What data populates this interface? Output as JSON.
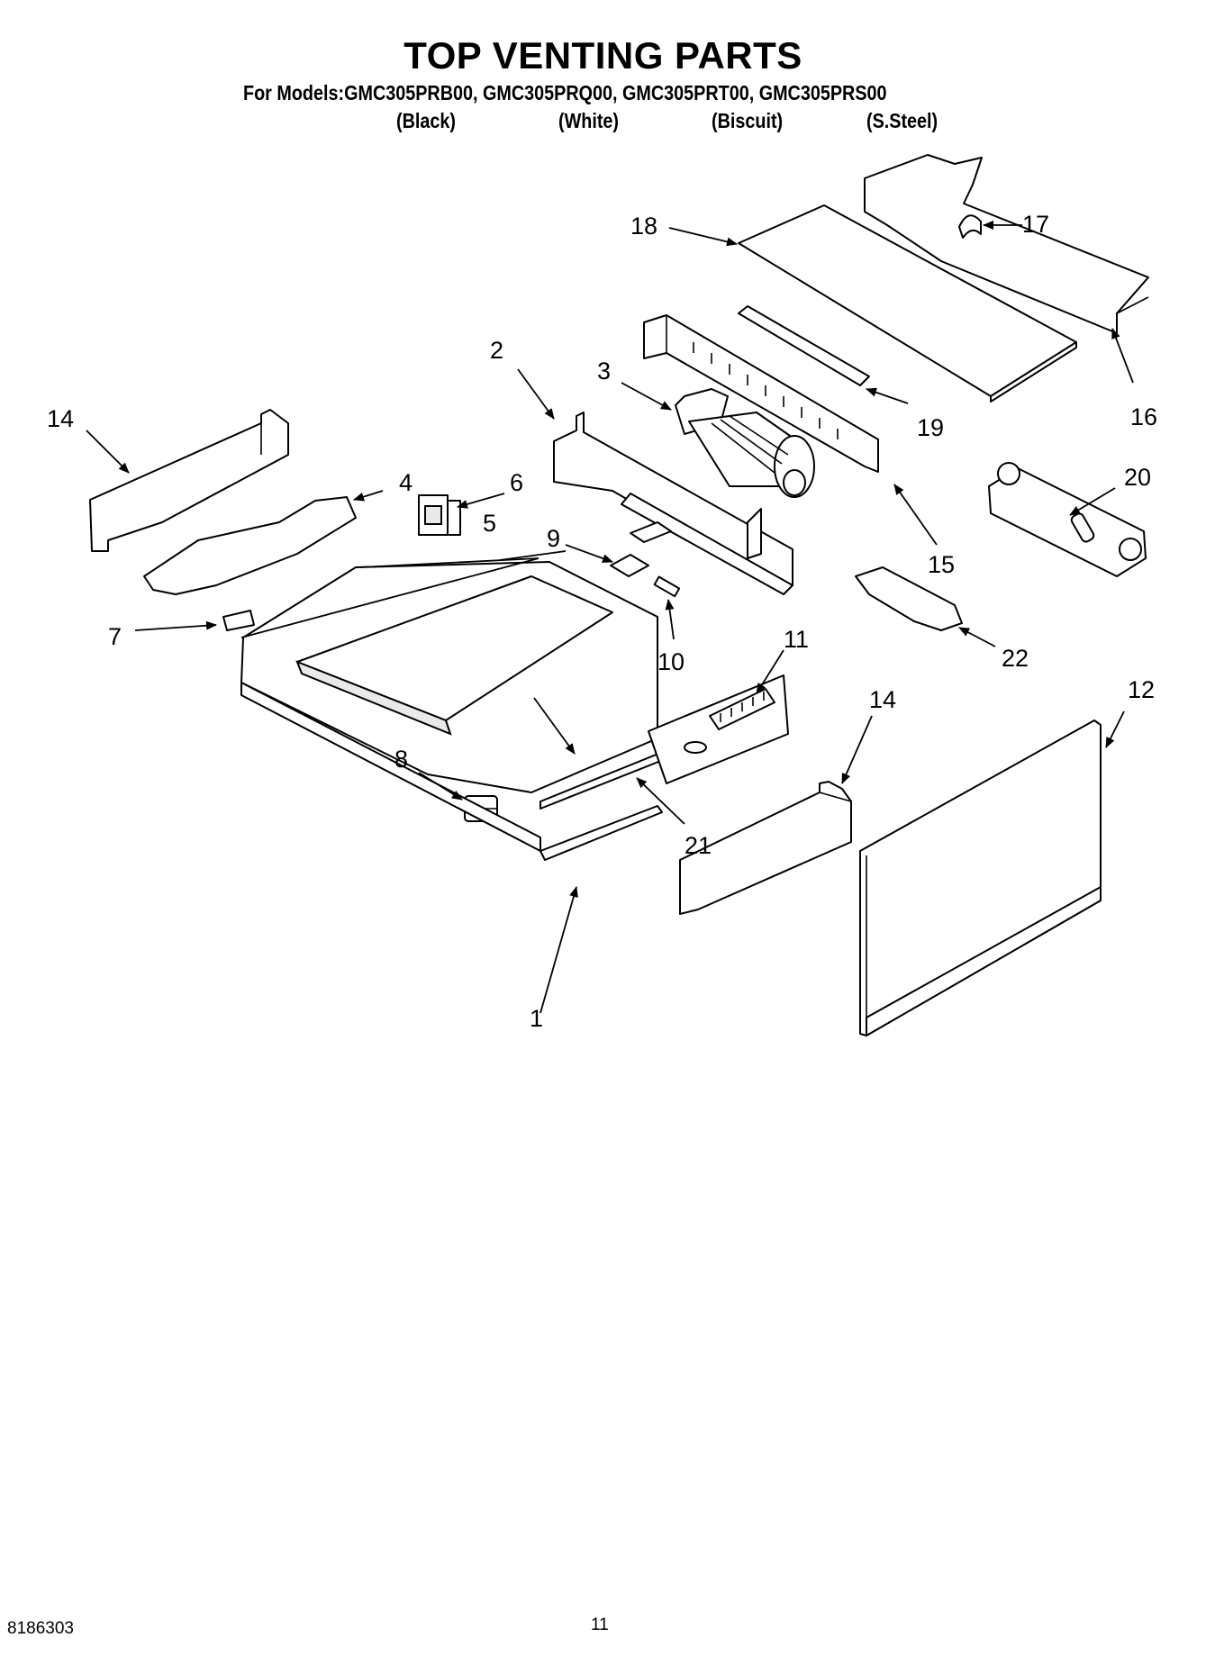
{
  "header": {
    "title": "TOP VENTING PARTS",
    "models": "For Models:GMC305PRB00, GMC305PRQ00, GMC305PRT00, GMC305PRS00",
    "colors": [
      "(Black)",
      "(White)",
      "(Biscuit)",
      "(S.Steel)"
    ]
  },
  "callouts": {
    "c1": "1",
    "c2": "2",
    "c3": "3",
    "c4": "4",
    "c5": "5",
    "c6": "6",
    "c7": "7",
    "c8": "8",
    "c9": "9",
    "c10": "10",
    "c11": "11",
    "c12": "12",
    "c14a": "14",
    "c14b": "14",
    "c15": "15",
    "c16": "16",
    "c17": "17",
    "c18": "18",
    "c19": "19",
    "c20": "20",
    "c21": "21",
    "c22": "22"
  },
  "footer": {
    "doc_number": "8186303",
    "page_number": "11"
  }
}
